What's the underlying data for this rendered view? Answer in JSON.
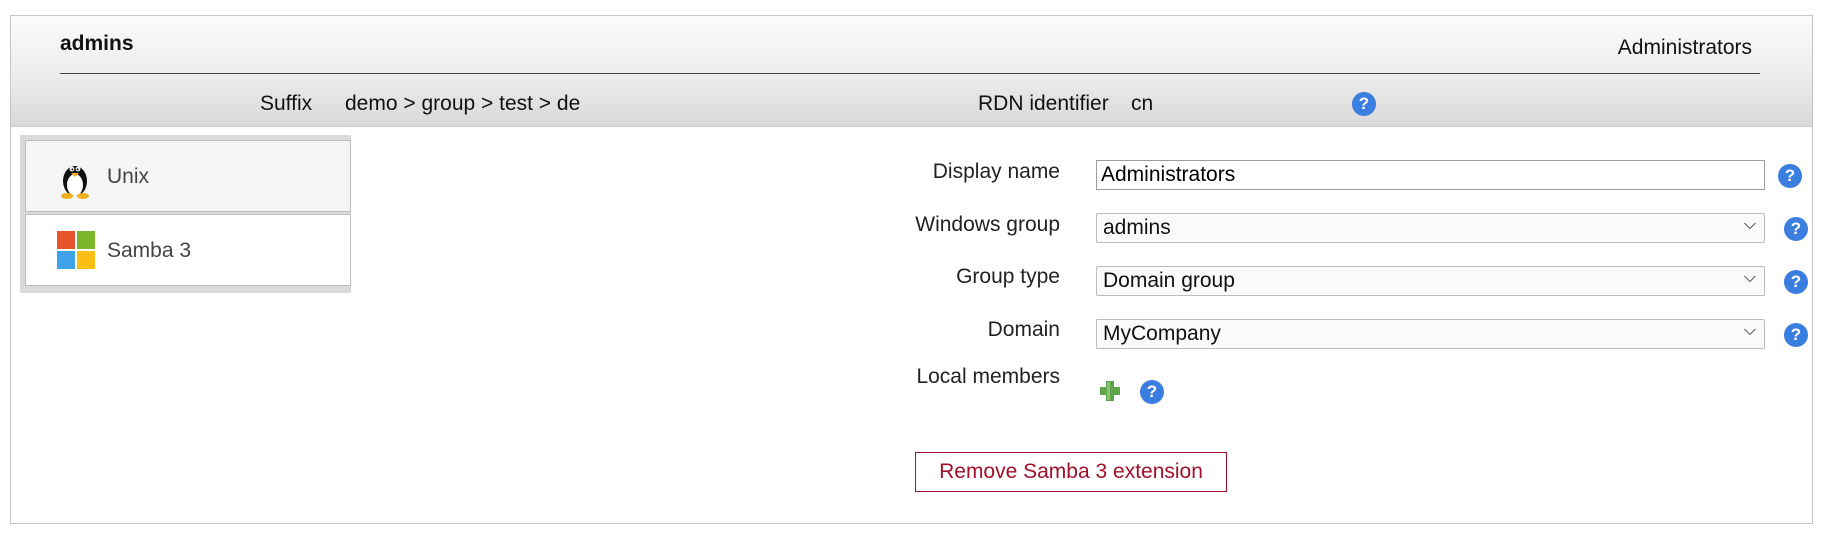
{
  "header": {
    "title": "admins",
    "right_title": "Administrators",
    "suffix_label": "Suffix",
    "suffix_value": "demo > group > test > de",
    "rdn_label": "RDN identifier",
    "rdn_value": "cn"
  },
  "tabs": [
    {
      "label": "Unix",
      "icon": "penguin-icon"
    },
    {
      "label": "Samba 3",
      "icon": "windows-logo-icon"
    }
  ],
  "form": {
    "display_name": {
      "label": "Display name",
      "value": "Administrators"
    },
    "windows_group": {
      "label": "Windows group",
      "value": "admins"
    },
    "group_type": {
      "label": "Group type",
      "value": "Domain group"
    },
    "domain": {
      "label": "Domain",
      "value": "MyCompany"
    },
    "local_members": {
      "label": "Local members"
    }
  },
  "help_glyph": "?",
  "remove_button_label": "Remove Samba 3 extension",
  "colors": {
    "help": "#3a7ee0",
    "remove_button": "#a0102a",
    "plus": "#5fa34a"
  }
}
